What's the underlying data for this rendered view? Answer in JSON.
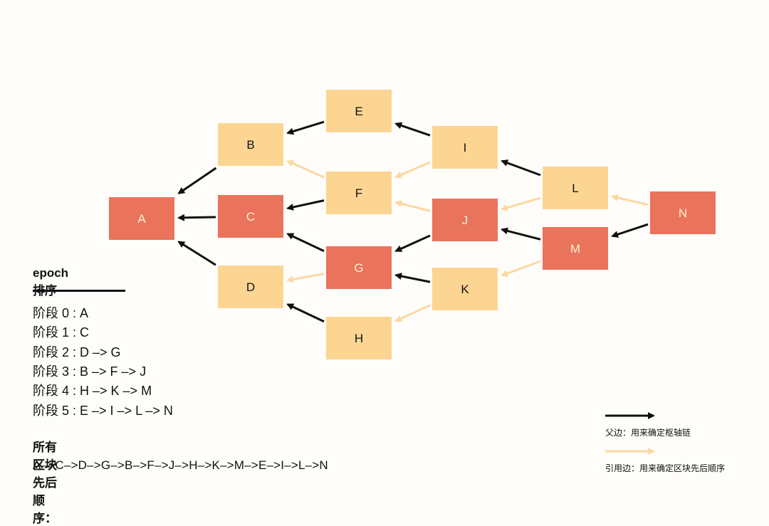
{
  "colors": {
    "primary_block": "#e9735b",
    "secondary_block": "#fcd593",
    "parent_edge": "#111111",
    "reference_edge": "#fbd8a2",
    "primary_text": "#fff3d6",
    "secondary_text": "#111111"
  },
  "nodes": [
    {
      "id": "A",
      "label": "A",
      "kind": "primary"
    },
    {
      "id": "B",
      "label": "B",
      "kind": "secondary"
    },
    {
      "id": "C",
      "label": "C",
      "kind": "primary"
    },
    {
      "id": "D",
      "label": "D",
      "kind": "secondary"
    },
    {
      "id": "E",
      "label": "E",
      "kind": "secondary"
    },
    {
      "id": "F",
      "label": "F",
      "kind": "secondary"
    },
    {
      "id": "G",
      "label": "G",
      "kind": "primary"
    },
    {
      "id": "H",
      "label": "H",
      "kind": "secondary"
    },
    {
      "id": "I",
      "label": "I",
      "kind": "secondary"
    },
    {
      "id": "J",
      "label": "J",
      "kind": "primary"
    },
    {
      "id": "K",
      "label": "K",
      "kind": "secondary"
    },
    {
      "id": "L",
      "label": "L",
      "kind": "secondary"
    },
    {
      "id": "M",
      "label": "M",
      "kind": "primary"
    },
    {
      "id": "N",
      "label": "N",
      "kind": "primary"
    }
  ],
  "edges": [
    {
      "from": "B",
      "to": "A",
      "type": "parent"
    },
    {
      "from": "C",
      "to": "A",
      "type": "parent"
    },
    {
      "from": "D",
      "to": "A",
      "type": "parent"
    },
    {
      "from": "E",
      "to": "B",
      "type": "parent"
    },
    {
      "from": "F",
      "to": "B",
      "type": "reference"
    },
    {
      "from": "F",
      "to": "C",
      "type": "parent"
    },
    {
      "from": "G",
      "to": "C",
      "type": "parent"
    },
    {
      "from": "G",
      "to": "D",
      "type": "reference"
    },
    {
      "from": "H",
      "to": "D",
      "type": "parent"
    },
    {
      "from": "I",
      "to": "E",
      "type": "parent"
    },
    {
      "from": "I",
      "to": "F",
      "type": "reference"
    },
    {
      "from": "J",
      "to": "F",
      "type": "reference"
    },
    {
      "from": "J",
      "to": "G",
      "type": "parent"
    },
    {
      "from": "K",
      "to": "G",
      "type": "parent"
    },
    {
      "from": "K",
      "to": "H",
      "type": "reference"
    },
    {
      "from": "L",
      "to": "I",
      "type": "parent"
    },
    {
      "from": "L",
      "to": "J",
      "type": "reference"
    },
    {
      "from": "M",
      "to": "J",
      "type": "parent"
    },
    {
      "from": "M",
      "to": "K",
      "type": "reference"
    },
    {
      "from": "N",
      "to": "L",
      "type": "reference"
    },
    {
      "from": "N",
      "to": "M",
      "type": "parent"
    }
  ],
  "epoch": {
    "title": "epoch 排序",
    "lines": [
      "阶段 0 : A",
      "阶段 1 : C",
      "阶段 2 : D –> G",
      "阶段 3 : B –> F –> J",
      "阶段 4 : H –> K –> M",
      "阶段 5 : E –> I –> L –> N"
    ]
  },
  "order": {
    "title": "所有区块先后顺序：",
    "sequence": "A–>C–>D–>G–>B–>F–>J–>H–>K–>M–>E–>I–>L–>N"
  },
  "legend": {
    "parent_label": "父边：用来确定枢轴链",
    "reference_label": "引用边：用来确定区块先后顺序"
  }
}
